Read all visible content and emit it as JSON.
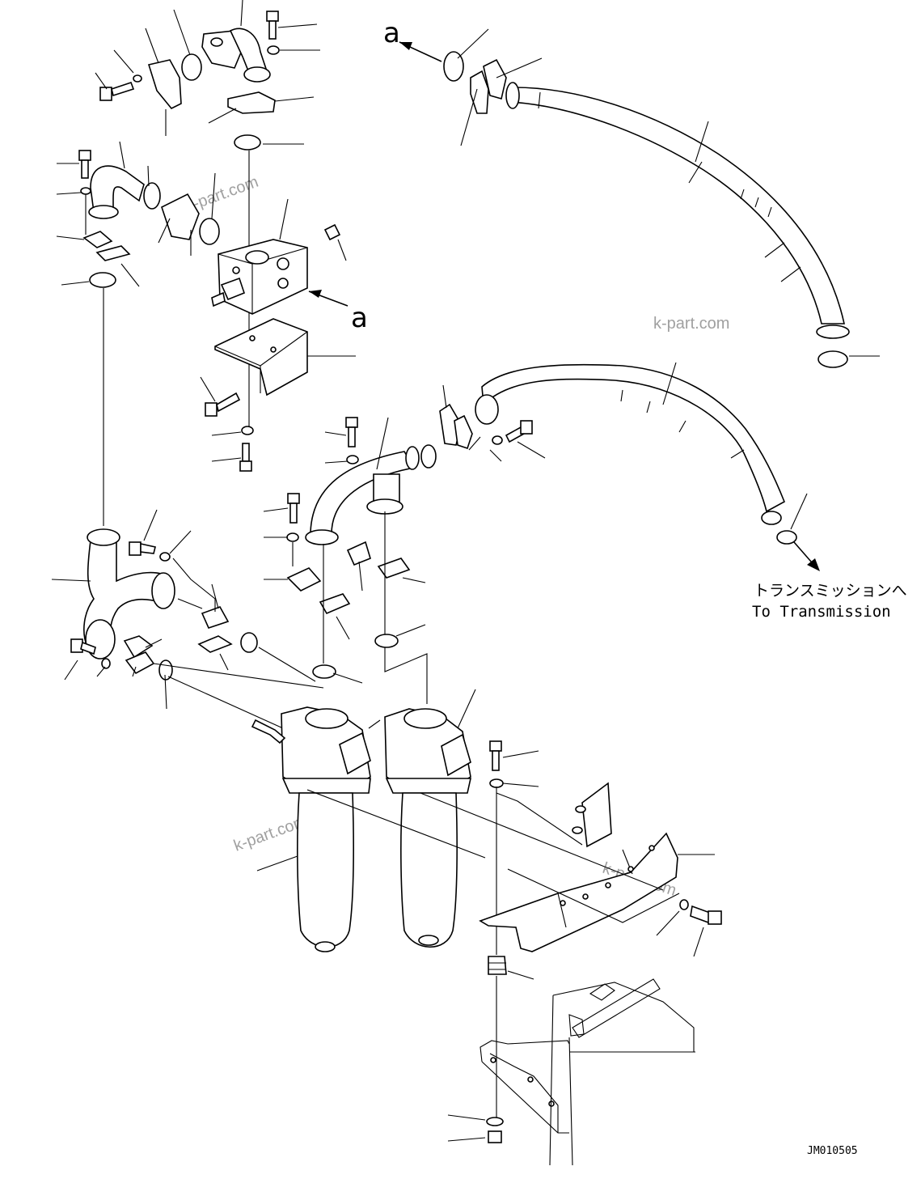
{
  "markers": {
    "a_top": "a",
    "a_valve": "a"
  },
  "destination_note": {
    "japanese": "トランスミッションへ",
    "english": "To Transmission"
  },
  "drawing_code": "JM010505",
  "watermarks": [
    "k-part.com",
    "k-part.com",
    "k-part.com",
    "k-part.com"
  ]
}
